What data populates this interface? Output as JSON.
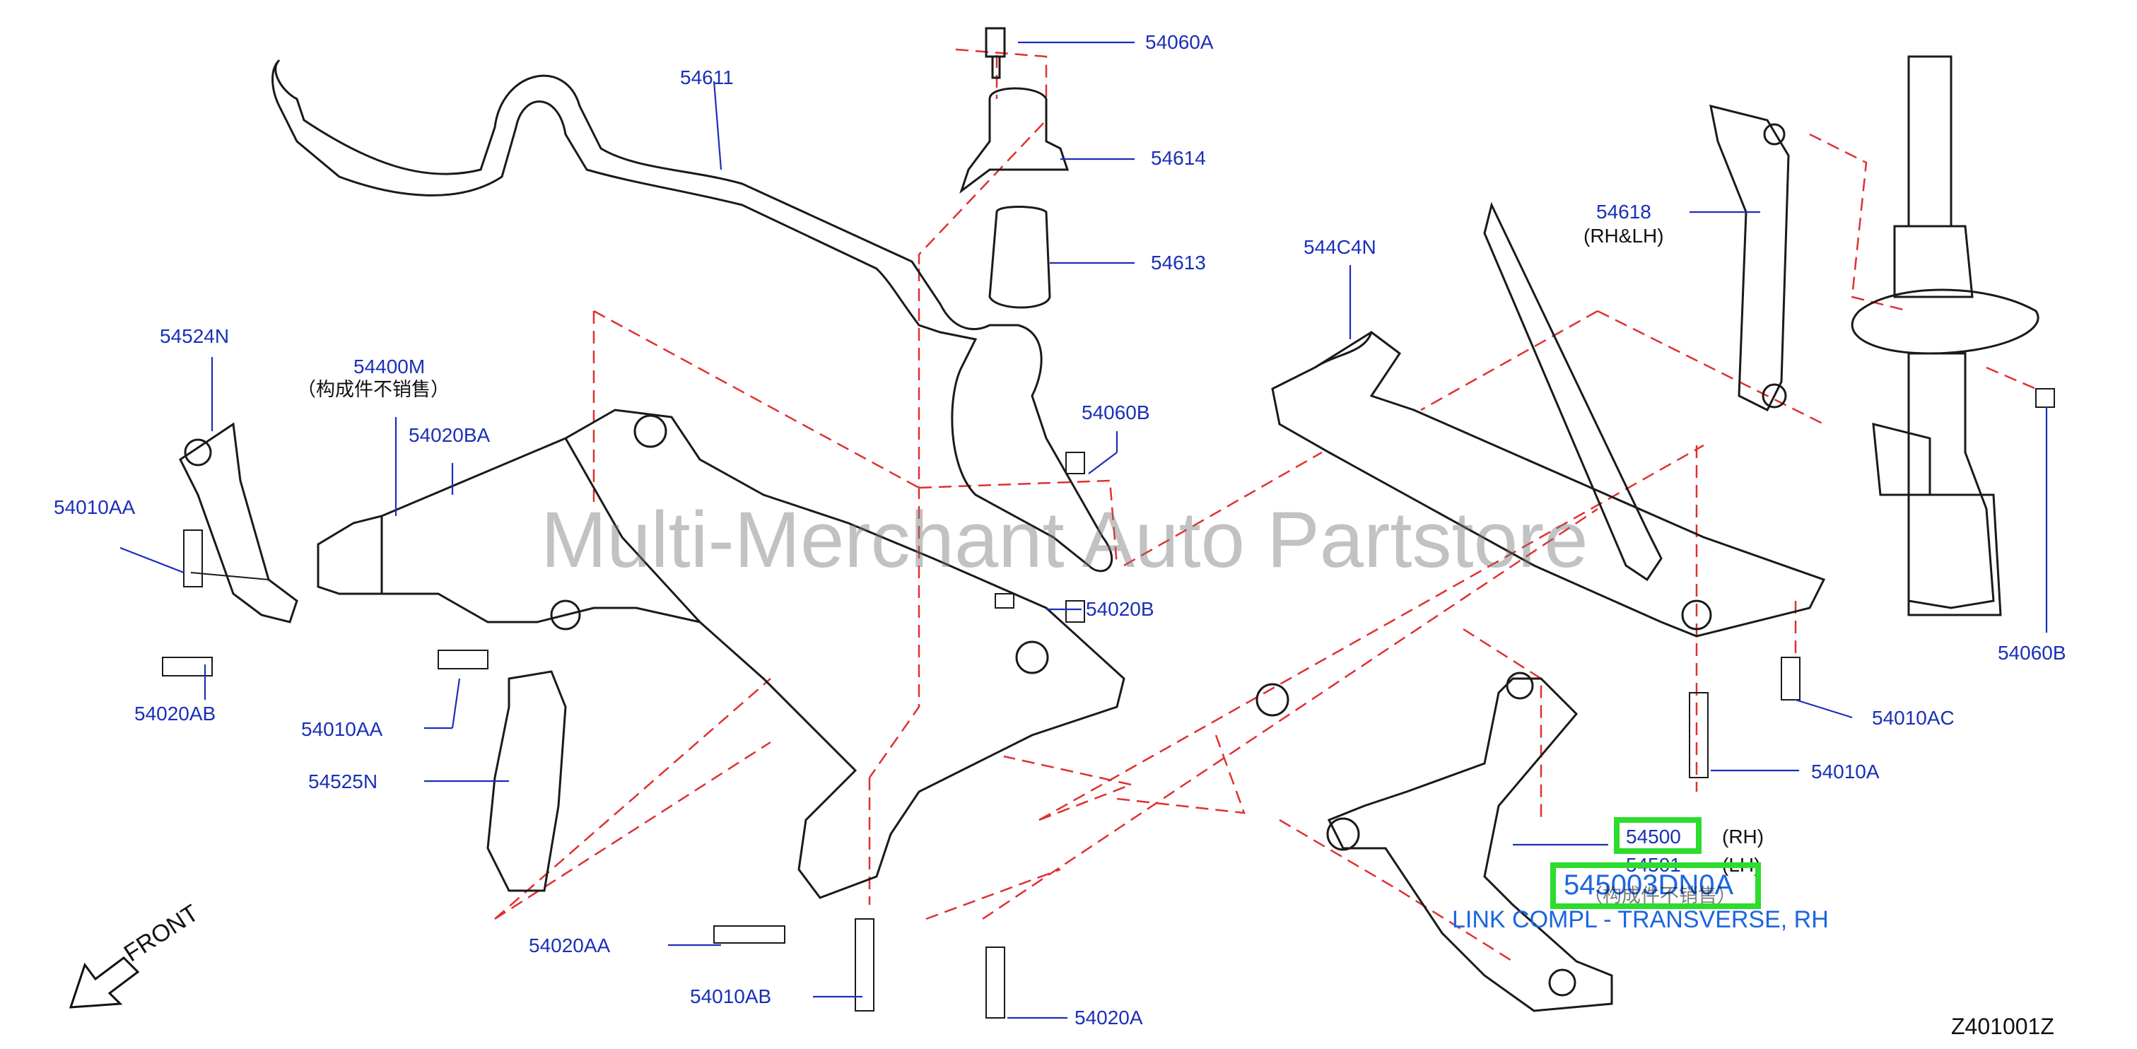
{
  "watermark": "Multi-Merchant Auto Partstore",
  "drawing_code": "Z401001Z",
  "front_label": "FRONT",
  "colors": {
    "label": "#1a2fb8",
    "dash": "#e03030",
    "highlight": "#2ddc2d",
    "callout": "#1a66e0",
    "line": "#1a1a1a"
  },
  "parts": {
    "p54060A": "54060A",
    "p54611": "54611",
    "p54614": "54614",
    "p54613": "54613",
    "p54618": "54618",
    "p54618_note": "(RH&LH)",
    "p544C4N": "544C4N",
    "p54524N": "54524N",
    "p54400M": "54400M",
    "p54400M_note": "（构成件不销售）",
    "p54020BA": "54020BA",
    "p54060B_a": "54060B",
    "p54010AA_a": "54010AA",
    "p54020B": "54020B",
    "p54020AB": "54020AB",
    "p54010AA_b": "54010AA",
    "p54525N": "54525N",
    "p54020AA": "54020AA",
    "p54010AB": "54010AB",
    "p54020A": "54020A",
    "p54010AC": "54010AC",
    "p54010A": "54010A",
    "p54500": "54500",
    "p54500_rh": "(RH)",
    "p54501": "54501",
    "p54501_lh": "(LH)",
    "p54060B_b": "54060B"
  },
  "callout": {
    "part_number": "545003DN0A",
    "note": "（构成件不销售）",
    "description": "LINK COMPL - TRANSVERSE, RH"
  }
}
